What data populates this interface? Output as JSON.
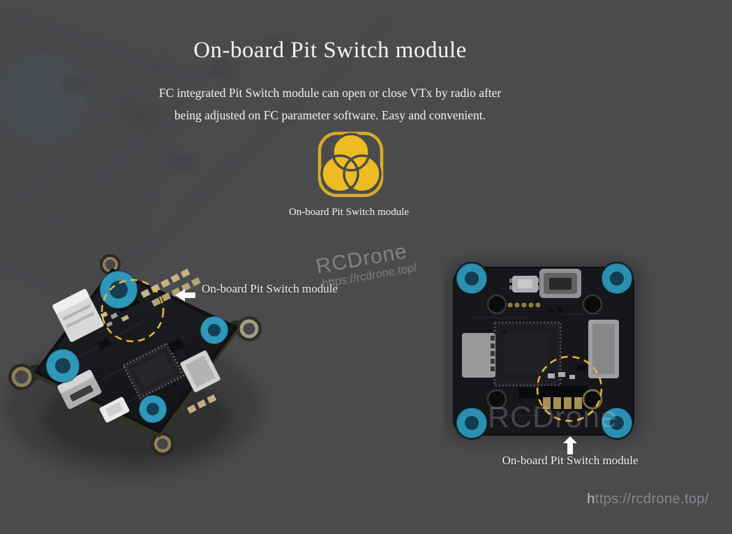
{
  "header": {
    "title": "On-board Pit Switch module",
    "subtitle_line1": "FC integrated Pit Switch module can open or close VTx by radio after",
    "subtitle_line2": "being adjusted on FC parameter software. Easy and convenient."
  },
  "feature_icon": {
    "caption": "On-board Pit Switch module"
  },
  "watermark": {
    "brand": "RCDrone",
    "url": "https://rcdrone.top/"
  },
  "board_watermark": {
    "brand": "RCDrone"
  },
  "annotations": {
    "left_board_label": "On-board Pit Switch module",
    "right_board_label": "On-board Pit Switch module"
  },
  "footer": {
    "url": "https://rcdrone.top/"
  },
  "colors": {
    "background": "#4a4b4d",
    "text": "#f5f2e9",
    "accent_yellow": "#edbc23",
    "icon_outline": "#d9ab25",
    "highlight_dashed": "#e7b93a",
    "grommet_teal": "#2f97ba",
    "grommet_hole": "#153f52",
    "footer_url": "#85878a"
  }
}
